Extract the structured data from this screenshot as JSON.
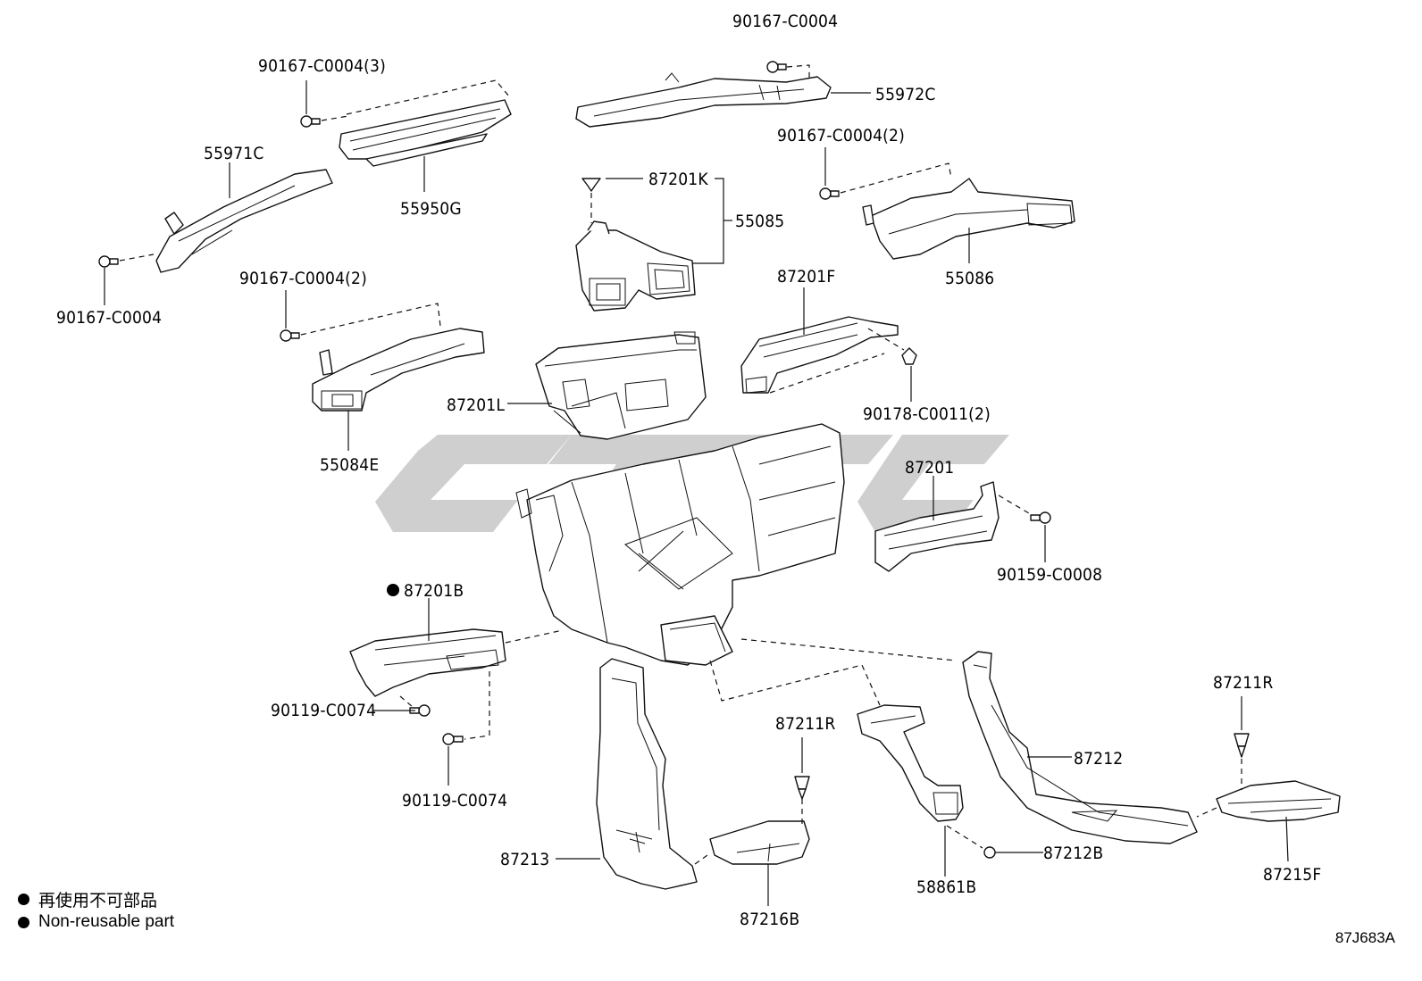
{
  "labels": {
    "p55972c": "55972C",
    "b90167_top": "90167-C0004",
    "b90167_3": "90167-C0004(3)",
    "p55971c": "55971C",
    "p55950g": "55950G",
    "b90167_left": "90167-C0004",
    "b90167_2a": "90167-C0004(2)",
    "p55084e": "55084E",
    "p87201k": "87201K",
    "p55085": "55085",
    "b90167_2b": "90167-C0004(2)",
    "p55086": "55086",
    "p87201f": "87201F",
    "b90178": "90178-C0011(2)",
    "p87201l": "87201L",
    "p87201": "87201",
    "b90159": "90159-C0008",
    "p87201b": "87201B",
    "b90119_a": "90119-C0074",
    "b90119_b": "90119-C0074",
    "p87211r_mid": "87211R",
    "p87211r_right": "87211R",
    "p87212": "87212",
    "p87212b": "87212B",
    "p58861b": "58861B",
    "p87213": "87213",
    "p87216b": "87216B",
    "p87215f": "87215F"
  },
  "legend": {
    "line1": "再使用不可部品",
    "line2": "Non-reusable part"
  },
  "diagram_code": "87J683A",
  "colors": {
    "ink": "#111111",
    "watermark": "#cfcfcf"
  }
}
